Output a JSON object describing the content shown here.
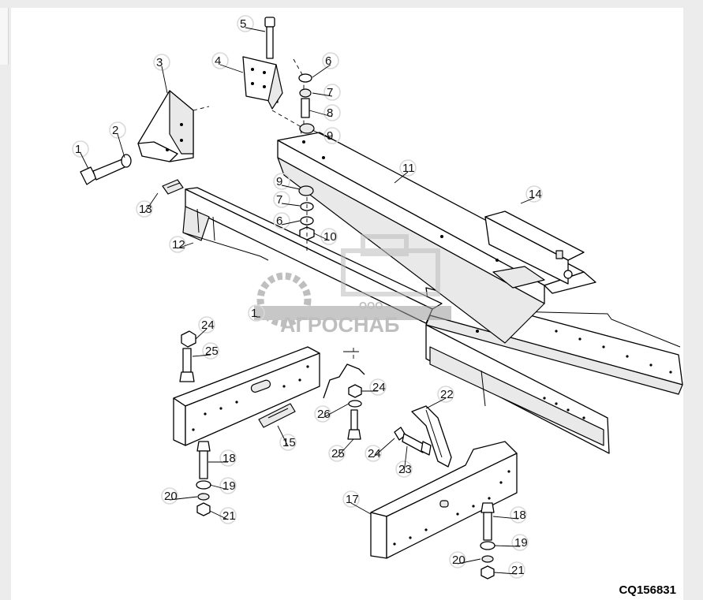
{
  "figure_id": "CQ156831",
  "watermark": {
    "company_prefix": "ООО",
    "company_name": "АГРОСНАБ"
  },
  "callouts": [
    {
      "n": "1"
    },
    {
      "n": "2"
    },
    {
      "n": "3"
    },
    {
      "n": "4"
    },
    {
      "n": "5"
    },
    {
      "n": "6"
    },
    {
      "n": "7"
    },
    {
      "n": "8"
    },
    {
      "n": "9"
    },
    {
      "n": "11"
    },
    {
      "n": "14"
    },
    {
      "n": "9"
    },
    {
      "n": "7"
    },
    {
      "n": "6"
    },
    {
      "n": "10"
    },
    {
      "n": "13"
    },
    {
      "n": "12"
    },
    {
      "n": "24"
    },
    {
      "n": "25"
    },
    {
      "n": "24"
    },
    {
      "n": "26"
    },
    {
      "n": "22"
    },
    {
      "n": "15"
    },
    {
      "n": "25"
    },
    {
      "n": "24"
    },
    {
      "n": "23"
    },
    {
      "n": "18"
    },
    {
      "n": "19"
    },
    {
      "n": "20"
    },
    {
      "n": "21"
    },
    {
      "n": "17"
    },
    {
      "n": "18"
    },
    {
      "n": "19"
    },
    {
      "n": "20"
    },
    {
      "n": "21"
    },
    {
      "n": "1"
    }
  ]
}
